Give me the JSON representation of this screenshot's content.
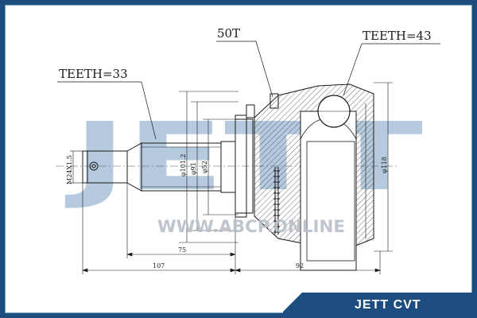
{
  "watermark": {
    "logo": "JETT",
    "url": "WWW.ABCP.ONLINE"
  },
  "labels": {
    "teeth_left": "TEETH=33",
    "abs_teeth": "50T",
    "teeth_right": "TEETH=43"
  },
  "dimensions": {
    "thread": "M24X1.5",
    "d1": "φ101.2",
    "d2": "φ91",
    "d3": "φ52",
    "d4": "φ118",
    "len_75": "75",
    "len_107": "107",
    "len_92": "92"
  },
  "brand": {
    "name": "JETT CVT"
  },
  "colors": {
    "frame": "#1c4d7e",
    "watermark": "#a9c1da",
    "line": "#1a1a1a"
  }
}
